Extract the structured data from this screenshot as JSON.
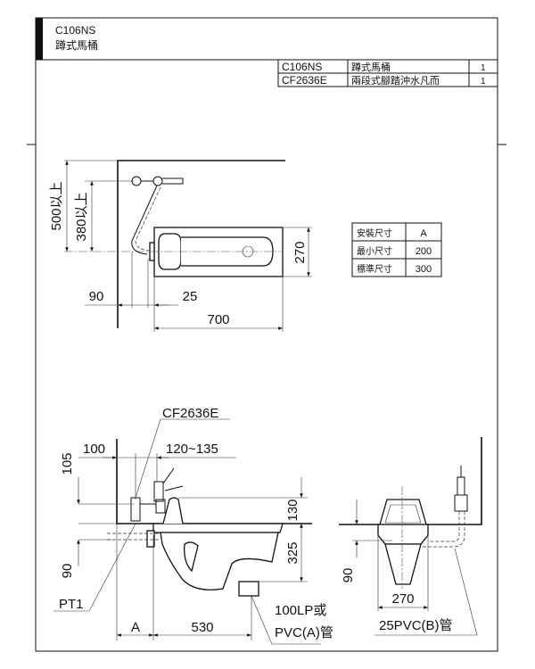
{
  "header": {
    "model": "C106NS",
    "name": "蹲式馬桶"
  },
  "parts_table": [
    {
      "code": "C106NS",
      "desc": "蹲式馬桶",
      "qty": "1"
    },
    {
      "code": "CF2636E",
      "desc": "兩段式腳踏沖水凡而",
      "qty": "1"
    }
  ],
  "install_table": {
    "rows": [
      {
        "label": "安裝尺寸",
        "value": "A"
      },
      {
        "label": "最小尺寸",
        "value": "200"
      },
      {
        "label": "標準尺寸",
        "value": "300"
      }
    ]
  },
  "plan_view": {
    "dim_500": "500以上",
    "dim_380": "380以上",
    "dim_270": "270",
    "dim_90": "90",
    "dim_25": "25",
    "dim_700": "700"
  },
  "side_view": {
    "valve_label": "CF2636E",
    "dim_100": "100",
    "dim_120_135": "120~135",
    "dim_105": "105",
    "dim_90": "90",
    "pt1": "PT1",
    "dim_130": "130",
    "dim_325": "325",
    "dim_a": "A",
    "dim_530": "530",
    "pipe_a_line1": "100LP或",
    "pipe_a_line2": "PVC(A)管"
  },
  "front_view": {
    "dim_90": "90",
    "dim_270": "270",
    "pipe_b": "25PVC(B)管"
  }
}
